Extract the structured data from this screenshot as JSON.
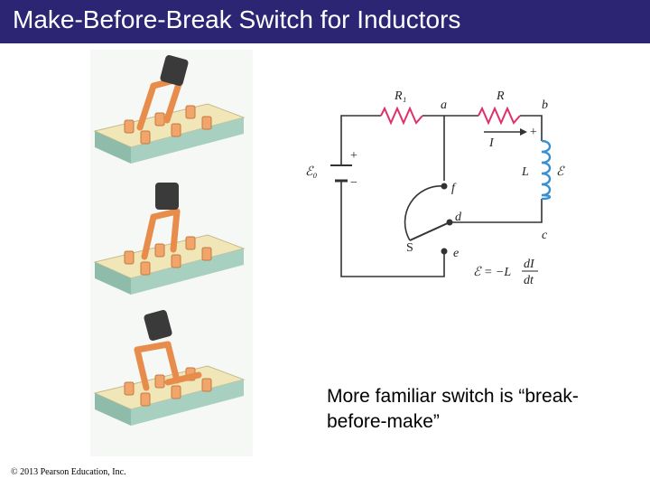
{
  "title": "Make-Before-Break Switch for Inductors",
  "caption": {
    "line1": "More familiar switch is “break-",
    "line2": "before-make”"
  },
  "copyright": "© 2013 Pearson Education, Inc.",
  "circuit_labels": {
    "r1": "R₁",
    "r": "R",
    "a": "a",
    "b": "b",
    "c": "c",
    "d": "d",
    "e": "e",
    "f": "f",
    "i": "I",
    "l": "L",
    "emf_l": "ℰ",
    "emf_0": "ℰ₀",
    "switch": "S",
    "equation_lhs": "ℰ = −L",
    "equation_num": "dI",
    "equation_den": "dt",
    "plus_battery": "+",
    "minus_battery": "−",
    "plus_inductor": "+"
  },
  "colors": {
    "title_bg": "#2b2573",
    "resistor": "#e0306a",
    "inductor": "#3a8fd0",
    "wire": "#333333",
    "switch_copper": "#f2a56a",
    "switch_base": "#a8d0c0",
    "switch_top": "#f1e6b8",
    "switch_handle": "#3a3a3a"
  },
  "icons": [
    "knife-switch-open-icon",
    "knife-switch-center-icon",
    "knife-switch-closed-icon"
  ]
}
